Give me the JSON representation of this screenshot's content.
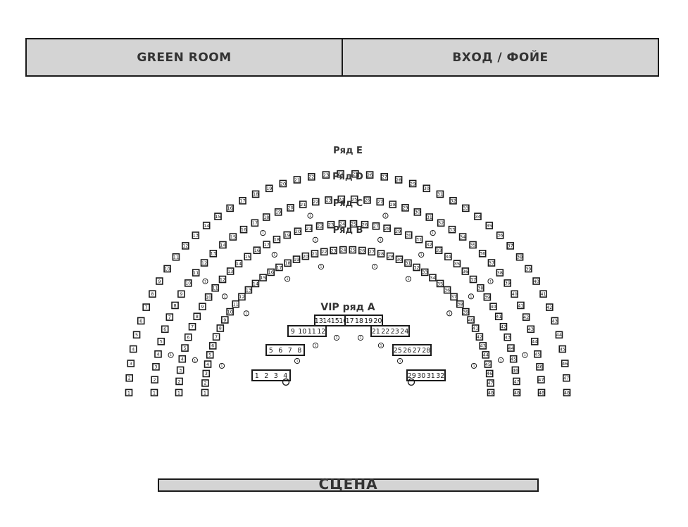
{
  "top_bar": {
    "green_room": "GREEN ROOM",
    "entrance": "ВХОД / ФОЙЕ"
  },
  "stage_label": "СЦЕНА",
  "vip_label": "VIP ряд А",
  "rows": [
    {
      "label": "Ряд E",
      "seats": 48
    },
    {
      "label": "Ряд D",
      "seats": 48
    },
    {
      "label": "Ряд C",
      "seats": 48
    },
    {
      "label": "Ряд B",
      "seats": 48
    }
  ],
  "vip_groups": [
    {
      "seats": [
        1,
        2,
        3,
        4
      ]
    },
    {
      "seats": [
        5,
        6,
        7,
        8
      ]
    },
    {
      "seats": [
        9,
        10,
        11,
        12
      ]
    },
    {
      "seats": [
        13,
        14,
        15,
        16
      ]
    },
    {
      "seats": [
        17,
        18,
        19,
        20
      ]
    },
    {
      "seats": [
        21,
        22,
        23,
        24
      ]
    },
    {
      "seats": [
        25,
        26,
        27,
        28
      ]
    },
    {
      "seats": [
        29,
        30,
        31,
        32
      ]
    }
  ],
  "colors": {
    "line": "#1a1a1a",
    "label": "#333333",
    "panel": "#d4d4d4"
  }
}
